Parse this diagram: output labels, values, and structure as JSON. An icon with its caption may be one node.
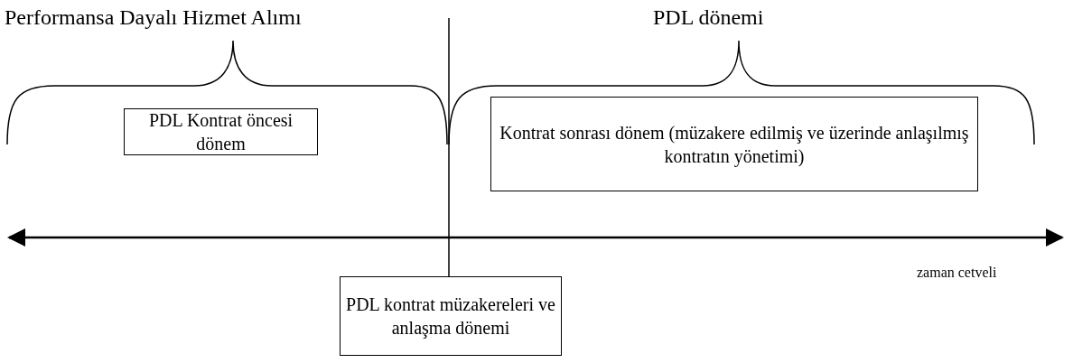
{
  "diagram": {
    "nodes": [
      {
        "text": [
          "PDL Kontrat öncesi dönem"
        ]
      },
      {
        "text": [
          "Kontrat sonrası dönem (müzakere edilmiş ve üzerinde anlaşılmış kontratın yönetimi)"
        ]
      },
      {
        "text": [
          "PDL kontrat müzakereleri ve anlaşma dönemi"
        ]
      }
    ],
    "edges": [
      {
        "from": null,
        "to": 2,
        "arrow": "none"
      }
    ],
    "labels": [
      "Performansa Dayalı Hizmet Alımı",
      "PDL dönemi",
      "zaman cetveli"
    ]
  }
}
